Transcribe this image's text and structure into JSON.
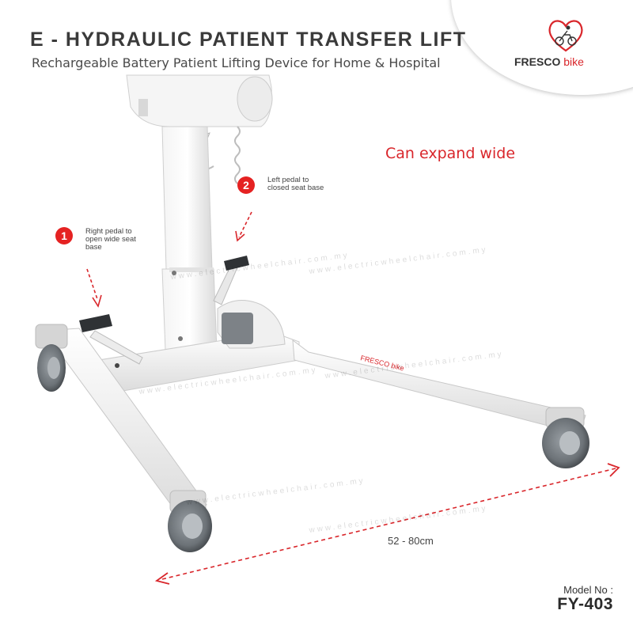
{
  "header": {
    "title": "E - HYDRAULIC PATIENT TRANSFER LIFT",
    "subtitle": "Rechargeable Battery Patient Lifting Device for Home & Hospital"
  },
  "brand": {
    "name_bold": "FRESCO",
    "name_light": "bike",
    "icon": "heart-cyclist-logo-icon",
    "accent_color": "#d9262b"
  },
  "callouts": {
    "expand": "Can expand wide",
    "step1_number": "1",
    "step1_text": "Right pedal to open wide seat base",
    "step2_number": "2",
    "step2_text": "Left pedal to closed seat base"
  },
  "dimension": "52 - 80cm",
  "model": {
    "label": "Model No :",
    "value": "FY-403"
  },
  "watermark": "www.electricwheelchair.com.my",
  "frame_brand": "FRESCO bike"
}
